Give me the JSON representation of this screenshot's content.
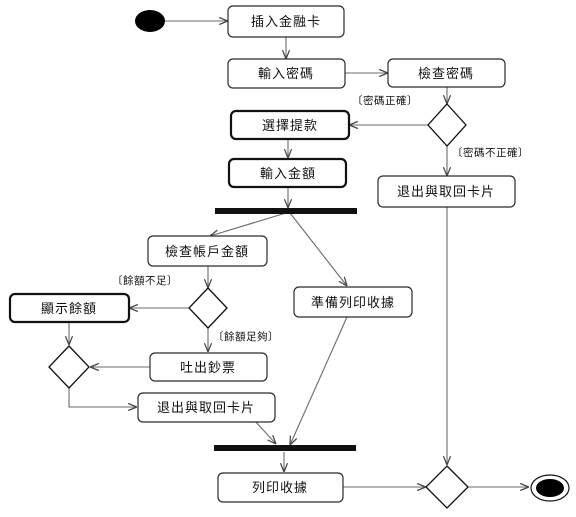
{
  "activities": {
    "insert_card": "插入金融卡",
    "enter_pin": "輸入密碼",
    "check_pin": "檢查密碼",
    "select_withdraw": "選擇提款",
    "enter_amount": "輸入金額",
    "eject_card_right": "退出與取回卡片",
    "check_balance": "檢查帳戶金額",
    "show_balance": "顯示餘額",
    "prepare_receipt": "準備列印收據",
    "dispense_cash": "吐出鈔票",
    "eject_card_left": "退出與取回卡片",
    "print_receipt": "列印收據"
  },
  "guards": {
    "pin_correct": "〔密碼正確〕",
    "pin_incorrect": "〔密碼不正確〕",
    "balance_insufficient": "〔餘額不足〕",
    "balance_sufficient": "〔餘額足夠〕"
  }
}
